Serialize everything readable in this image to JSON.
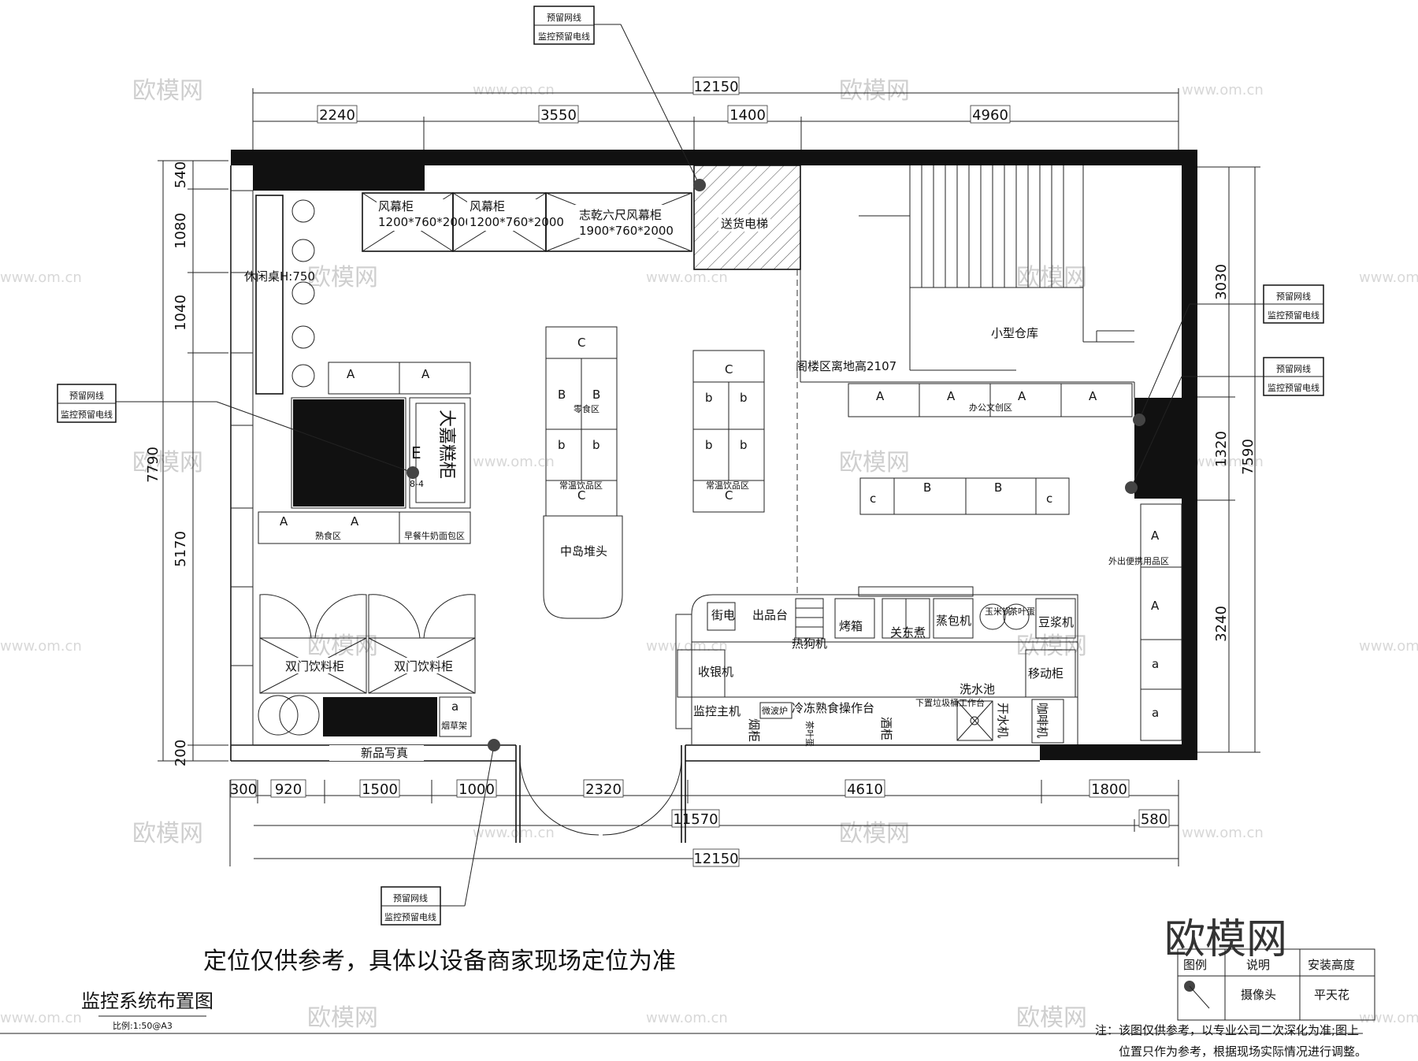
{
  "dimensions": {
    "top_total": "12150",
    "top_segments": [
      "2240",
      "3550",
      "1400",
      "4960"
    ],
    "left_segments": [
      "540",
      "1080",
      "1040",
      "5170",
      "200"
    ],
    "left_total": "7790",
    "right_segments": [
      "3030",
      "1320",
      "3240"
    ],
    "right_total": "7590",
    "bottom_segments": [
      "300",
      "920",
      "1500",
      "1000",
      "2320",
      "4610",
      "1800"
    ],
    "bottom_sub": "11570",
    "bottom_extra": "580",
    "bottom_total": "12150"
  },
  "callout": {
    "line1": "预留网线",
    "line2": "监控预留电线"
  },
  "rooms": {
    "air_curtain_1": {
      "name": "风幕柜",
      "size": "1200*760*2000"
    },
    "air_curtain_2": {
      "name": "风幕柜",
      "size": "1200*760*2000"
    },
    "air_curtain_3": {
      "name": "志乾六尺风幕柜",
      "size": "1900*760*2000"
    },
    "elevator": "送货电梯",
    "leisure_table": "休闲桌H:750",
    "warehouse": "小型仓库",
    "mezzanine": "阁楼区离地高2107",
    "office_zone": "办公文创区",
    "snack_zone": "零食区",
    "room_temp_drinks": "常温饮品区",
    "island": "中岛堆头",
    "cake_cabinet": "大嘉糕柜",
    "cake_e": "E",
    "cake_sub": "8-4",
    "deli_zone": "熟食区",
    "breakfast_zone": "早餐牛奶面包区",
    "double_door_1": "双门饮料柜",
    "double_door_2": "双门饮料柜",
    "new_products": "新品写真",
    "hot_cabinet": "烟草架",
    "outing_zone": "外出便携用品区",
    "street_elec": "街电",
    "outlet": "出品台",
    "oven": "烤箱",
    "oden": "关东煮",
    "steamer": "蒸包机",
    "corn": "玉米锅",
    "tea_egg": "茶叶蛋",
    "soymilk": "豆浆机",
    "hotdog": "热狗机",
    "cashier": "收银机",
    "mobile_cab": "移动柜",
    "sink": "洗水池",
    "monitor_host": "监控主机",
    "smoke_cab": "烟柜",
    "microwave": "微波炉",
    "freezer_table": "冷冻熟食操作台",
    "tea_egg2": "茶叶蛋",
    "wine_cab": "酒柜",
    "trash_table": "下置垃圾桶工作台",
    "water_boiler": "开水机",
    "coffee": "咖啡机"
  },
  "shelf_letters": {
    "A": "A",
    "B": "B",
    "C": "C",
    "a": "a",
    "b": "b",
    "c": "c"
  },
  "note_main": "定位仅供参考，具体以设备商家现场定位为准",
  "drawing_title": "监控系统布置图",
  "scale": "比例:1:50@A3",
  "legend": {
    "headers": [
      "图例",
      "说明",
      "安装高度"
    ],
    "row": [
      "摄像头",
      "平天花"
    ]
  },
  "footnote_1": "注：该图仅供参考，以专业公司二次深化为准;图上",
  "footnote_2": "位置只作为参考，根据现场实际情况进行调整。",
  "watermark": {
    "logo": "欧模网",
    "url": "www.om.cn"
  }
}
